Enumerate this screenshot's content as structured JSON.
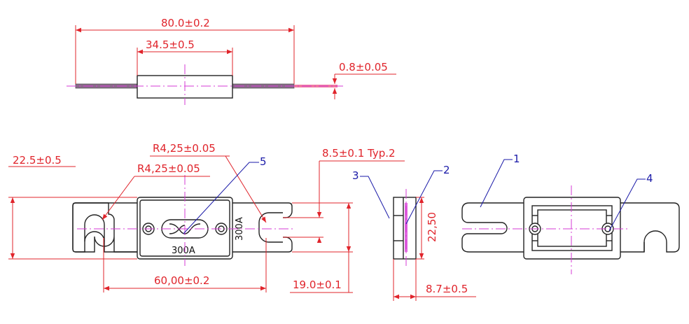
{
  "dimensions": {
    "overall_length": "80.0±0.2",
    "body_length": "34.5±0.5",
    "thickness": "0.8±0.05",
    "width": "22.5±0.5",
    "slot_radius_top": "R4,25±0.05",
    "slot_radius_left": "R4,25±0.05",
    "hole_pitch": "60,00±0.2",
    "terminal_width": "8.5±0.1 Typ.2",
    "terminal_outer": "19.0±0.1",
    "side_height": "22,50",
    "side_depth": "8.7±0.5"
  },
  "part_markings": {
    "rating_front": "300A",
    "rating_side": "300A"
  },
  "callouts": [
    "1",
    "2",
    "3",
    "4",
    "5"
  ],
  "colors": {
    "dimension": "#e0242b",
    "callout": "#1a1aa8",
    "centerline": "#d53bd6",
    "outline": "#222222"
  }
}
